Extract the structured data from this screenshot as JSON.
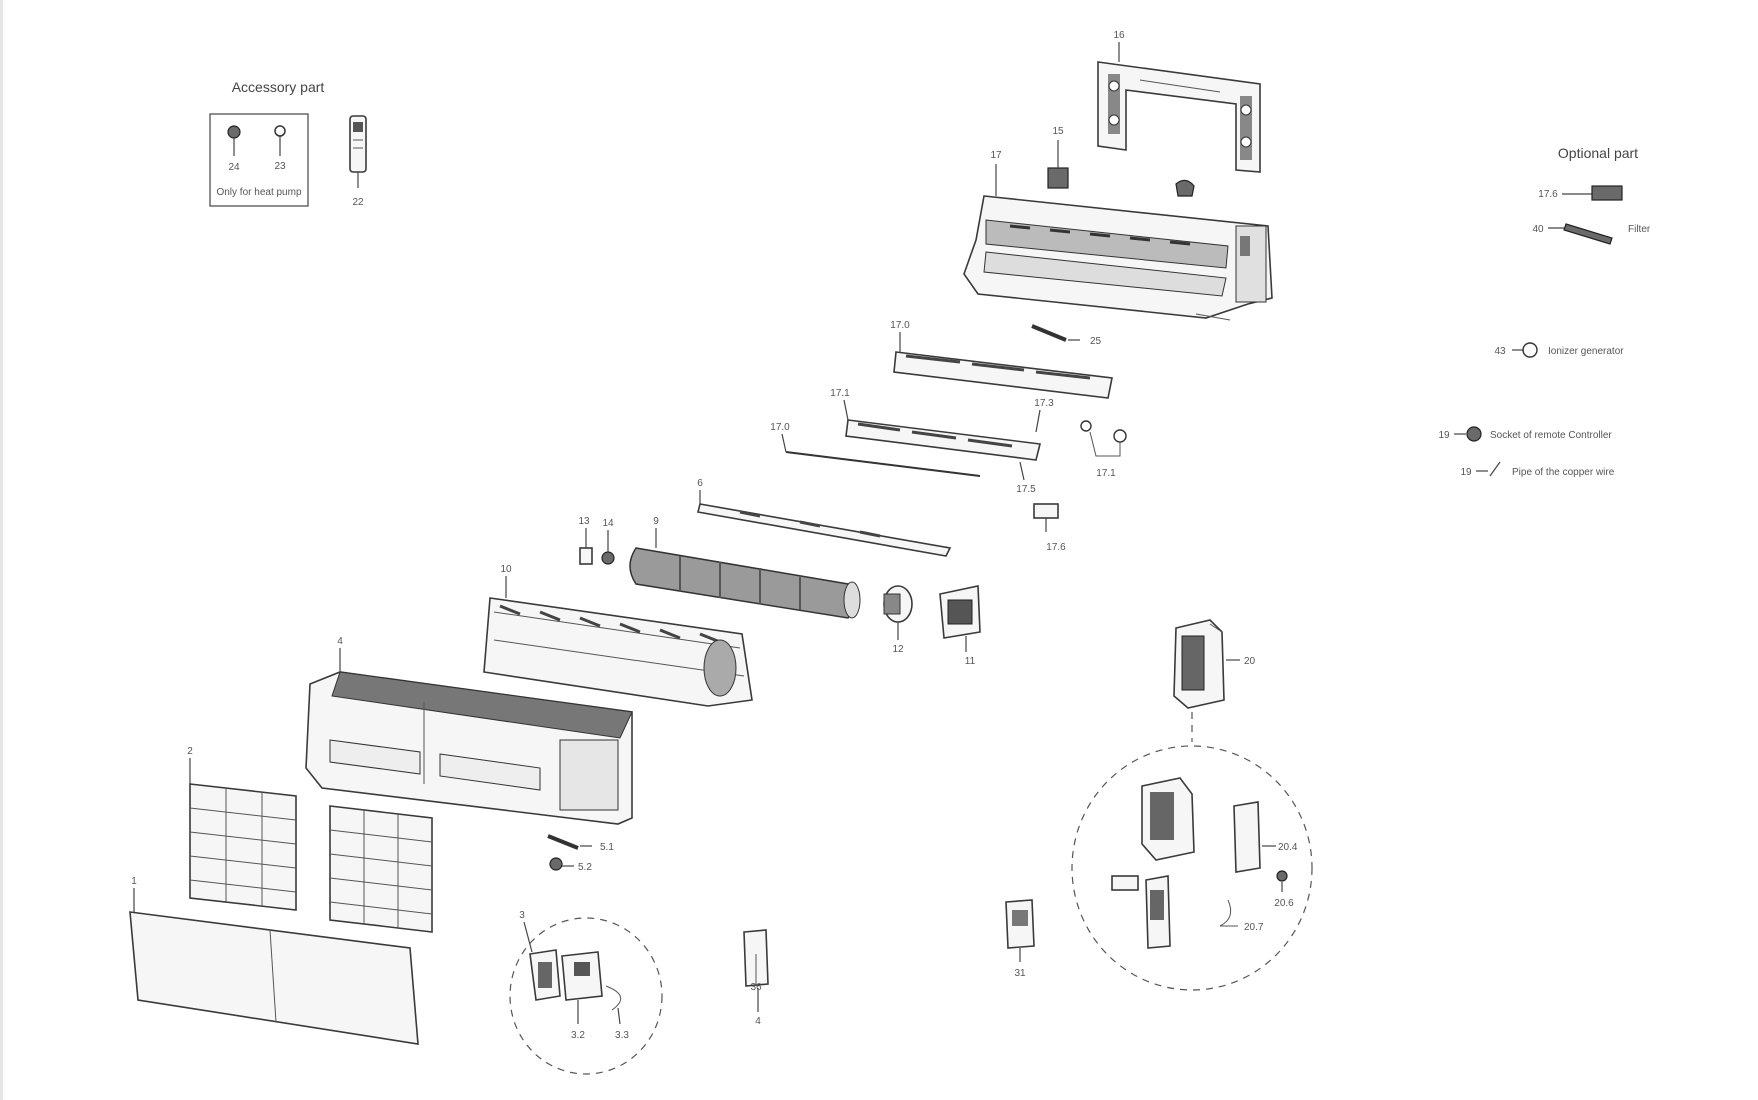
{
  "accessory": {
    "title": "Accessory part",
    "box_caption": "Only for heat pump",
    "callouts": [
      "24",
      "23",
      "22"
    ]
  },
  "optional": {
    "title": "Optional part",
    "items": [
      {
        "num": "17.6",
        "label": ""
      },
      {
        "num": "40",
        "label": "Filter"
      },
      {
        "num": "43",
        "label": "Ionizer generator"
      },
      {
        "num": "19",
        "label": "Socket of remote Controller"
      },
      {
        "num": "19",
        "label": "Pipe of the copper wire"
      }
    ]
  },
  "callouts": {
    "c16": "16",
    "c15": "15",
    "c17": "17",
    "c25": "25",
    "c170": "17.0",
    "c171": "17.1",
    "c173": "17.3",
    "c170b": "17.0",
    "c175": "17.5",
    "c179": "17.1",
    "c176": "17.6",
    "c6": "6",
    "c13": "13",
    "c14": "14",
    "c9": "9",
    "c10": "10",
    "c12": "12",
    "c11": "11",
    "c4": "4",
    "c20": "20",
    "c2": "2",
    "c1": "1",
    "c51": "5.1",
    "c52": "5.2",
    "c3": "3",
    "c32": "3.2",
    "c33": "3.3",
    "c36": "36",
    "c4b": "4",
    "c31": "31",
    "c204": "20.4",
    "c206": "20.6",
    "c207": "20.7"
  }
}
